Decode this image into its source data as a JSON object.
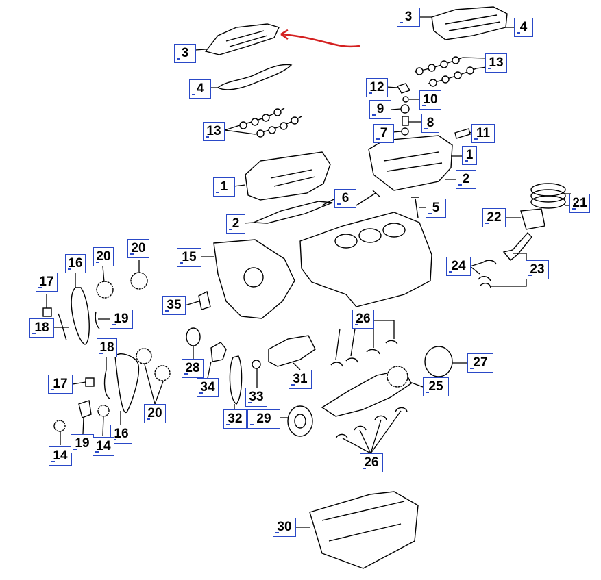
{
  "callouts": [
    {
      "id": "c3a",
      "label": "3"
    },
    {
      "id": "c4a",
      "label": "4"
    },
    {
      "id": "c13a",
      "label": "13"
    },
    {
      "id": "c12",
      "label": "12"
    },
    {
      "id": "c10",
      "label": "10"
    },
    {
      "id": "c9",
      "label": "9"
    },
    {
      "id": "c8",
      "label": "8"
    },
    {
      "id": "c7",
      "label": "7"
    },
    {
      "id": "c11",
      "label": "11"
    },
    {
      "id": "c1a",
      "label": "1"
    },
    {
      "id": "c2a",
      "label": "2"
    },
    {
      "id": "c5",
      "label": "5"
    },
    {
      "id": "c6",
      "label": "6"
    },
    {
      "id": "c3b",
      "label": "3"
    },
    {
      "id": "c4b",
      "label": "4"
    },
    {
      "id": "c13b",
      "label": "13"
    },
    {
      "id": "c1b",
      "label": "1"
    },
    {
      "id": "c2b",
      "label": "2"
    },
    {
      "id": "c21",
      "label": "21"
    },
    {
      "id": "c22",
      "label": "22"
    },
    {
      "id": "c23",
      "label": "23"
    },
    {
      "id": "c24",
      "label": "24"
    },
    {
      "id": "c15",
      "label": "15"
    },
    {
      "id": "c35",
      "label": "35"
    },
    {
      "id": "c16a",
      "label": "16"
    },
    {
      "id": "c17a",
      "label": "17"
    },
    {
      "id": "c18a",
      "label": "18"
    },
    {
      "id": "c19a",
      "label": "19"
    },
    {
      "id": "c20a",
      "label": "20"
    },
    {
      "id": "c20b",
      "label": "20"
    },
    {
      "id": "c18b",
      "label": "18"
    },
    {
      "id": "c17b",
      "label": "17"
    },
    {
      "id": "c20c",
      "label": "20"
    },
    {
      "id": "c16b",
      "label": "16"
    },
    {
      "id": "c14a",
      "label": "14"
    },
    {
      "id": "c19b",
      "label": "19"
    },
    {
      "id": "c14b",
      "label": "14"
    },
    {
      "id": "c28",
      "label": "28"
    },
    {
      "id": "c34",
      "label": "34"
    },
    {
      "id": "c33",
      "label": "33"
    },
    {
      "id": "c32",
      "label": "32"
    },
    {
      "id": "c31",
      "label": "31"
    },
    {
      "id": "c29",
      "label": "29"
    },
    {
      "id": "c26a",
      "label": "26"
    },
    {
      "id": "c27",
      "label": "27"
    },
    {
      "id": "c25",
      "label": "25"
    },
    {
      "id": "c26b",
      "label": "26"
    },
    {
      "id": "c30",
      "label": "30"
    }
  ],
  "colors": {
    "callout_border": "#2a49c7",
    "annotation_arrow": "#d42020",
    "line": "#000000"
  }
}
